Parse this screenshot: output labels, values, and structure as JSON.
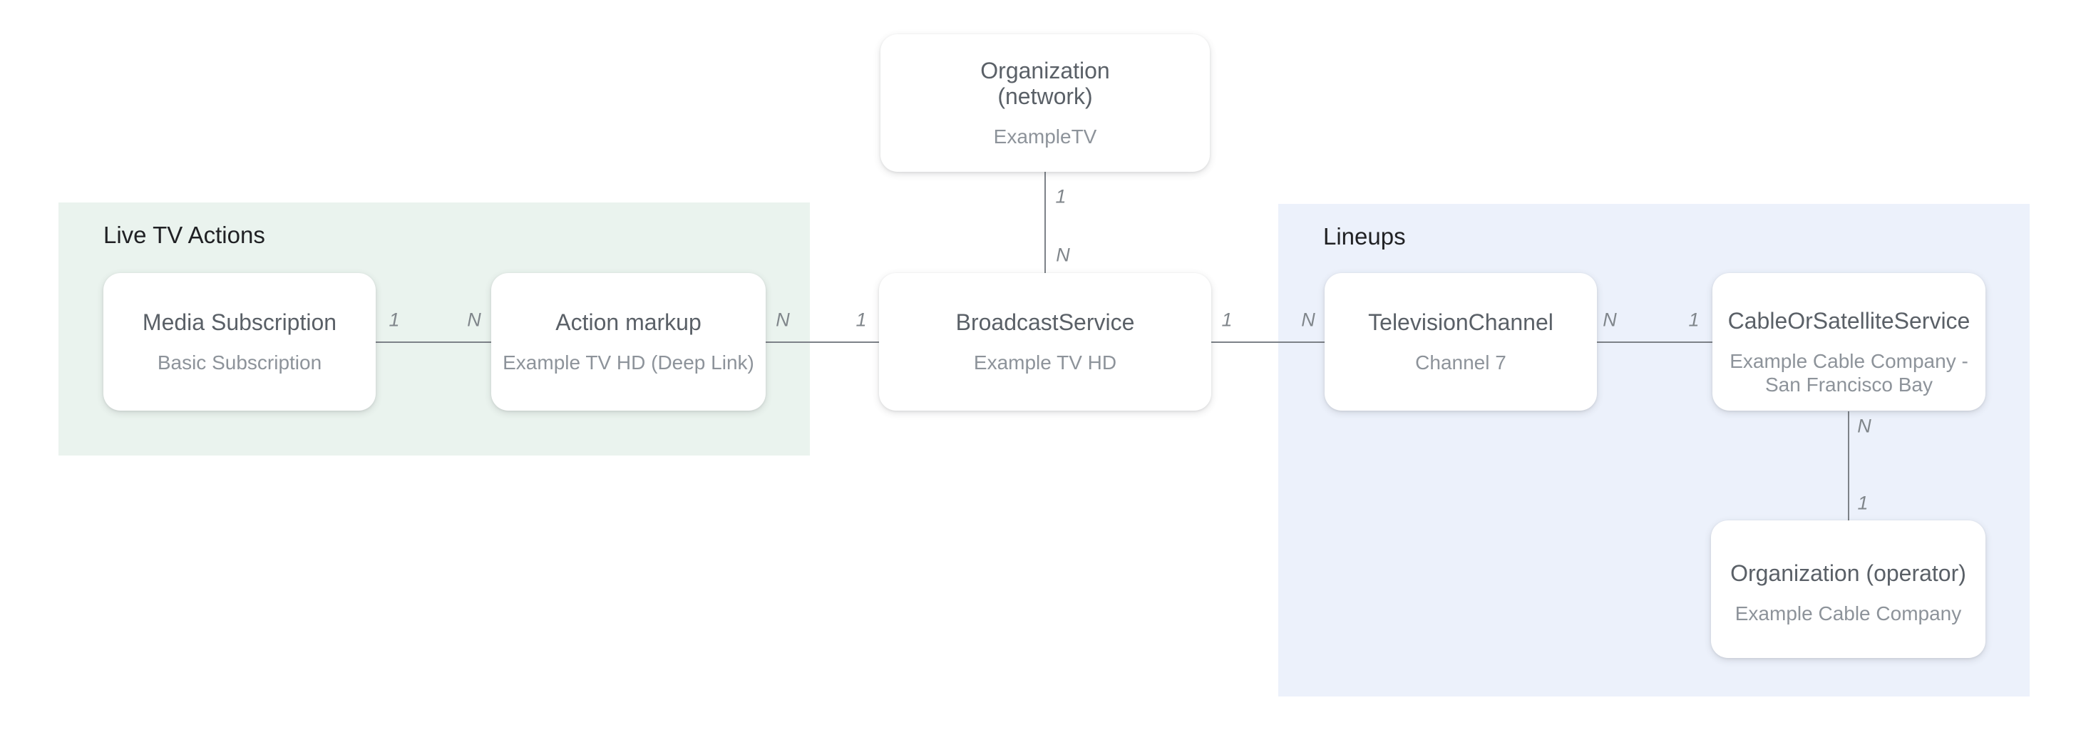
{
  "diagram": {
    "regions": [
      {
        "id": "live-tv-actions",
        "label": "Live TV Actions",
        "bg": "#eaf3ee"
      },
      {
        "id": "lineups",
        "label": "Lineups",
        "bg": "#ecf1fb"
      }
    ],
    "nodes": [
      {
        "id": "organization-network",
        "title": "Organization\n(network)",
        "subtitle": "ExampleTV"
      },
      {
        "id": "media-subscription",
        "title": "Media Subscription",
        "subtitle": "Basic Subscription"
      },
      {
        "id": "action-markup",
        "title": "Action markup",
        "subtitle": "Example TV HD (Deep Link)"
      },
      {
        "id": "broadcast-service",
        "title": "BroadcastService",
        "subtitle": "Example TV HD"
      },
      {
        "id": "television-channel",
        "title": "TelevisionChannel",
        "subtitle": "Channel 7"
      },
      {
        "id": "cable-or-satellite-service",
        "title": "CableOrSatelliteService",
        "subtitle": "Example Cable Company -\nSan Francisco Bay"
      },
      {
        "id": "organization-operator",
        "title": "Organization (operator)",
        "subtitle": "Example Cable Company"
      }
    ],
    "edges": [
      {
        "id": "org-network-to-broadcast-service",
        "labels": [
          "1",
          "N"
        ]
      },
      {
        "id": "media-subscription-to-action-markup",
        "labels": [
          "1",
          "N"
        ]
      },
      {
        "id": "action-markup-to-broadcast-service",
        "labels": [
          "N",
          "1"
        ]
      },
      {
        "id": "broadcast-service-to-television-channel",
        "labels": [
          "1",
          "N"
        ]
      },
      {
        "id": "television-channel-to-cable-or-satellite",
        "labels": [
          "N",
          "1"
        ]
      },
      {
        "id": "cable-or-satellite-to-organization-operator",
        "labels": [
          "N",
          "1"
        ]
      }
    ],
    "colors": {
      "canvas": "#ffffff",
      "region_green": "#eaf3ee",
      "region_blue": "#ecf1fb",
      "node_bg": "#ffffff",
      "node_title": "#5a6067",
      "node_subtitle": "#8d939a",
      "line": "#7d8288",
      "cardinality": "#80868b",
      "region_label": "#202124"
    }
  }
}
